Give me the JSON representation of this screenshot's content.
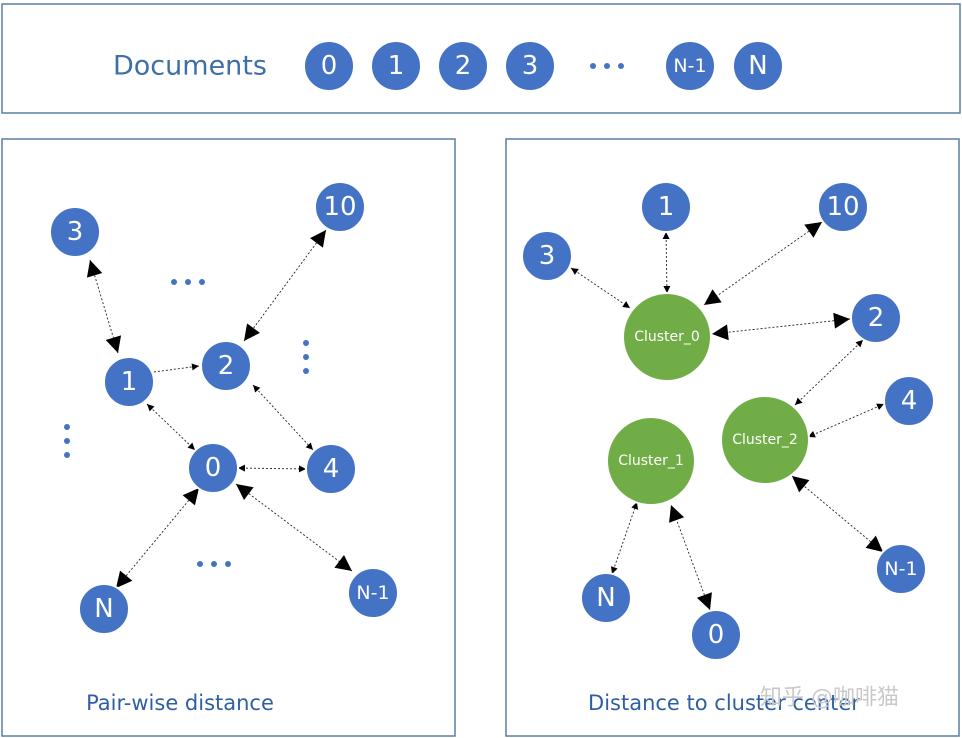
{
  "documents": {
    "label": "Documents",
    "items": [
      "0",
      "1",
      "2",
      "3",
      "N-1",
      "N"
    ]
  },
  "pairwise": {
    "caption": "Pair-wise distance",
    "nodes": [
      "3",
      "10",
      "1",
      "2",
      "0",
      "4",
      "N",
      "N-1"
    ]
  },
  "cluster_panel": {
    "caption": "Distance to cluster center",
    "clusters": [
      "Cluster_0",
      "Cluster_1",
      "Cluster_2"
    ],
    "nodes": [
      "1",
      "10",
      "3",
      "2",
      "4",
      "N",
      "0",
      "N-1"
    ]
  },
  "watermark": "知乎 @咖啡猫",
  "colors": {
    "document_node": "#4472c4",
    "cluster_node": "#70ad47",
    "panel_border": "#5a7fa6",
    "caption_text": "#2e5fa3"
  }
}
